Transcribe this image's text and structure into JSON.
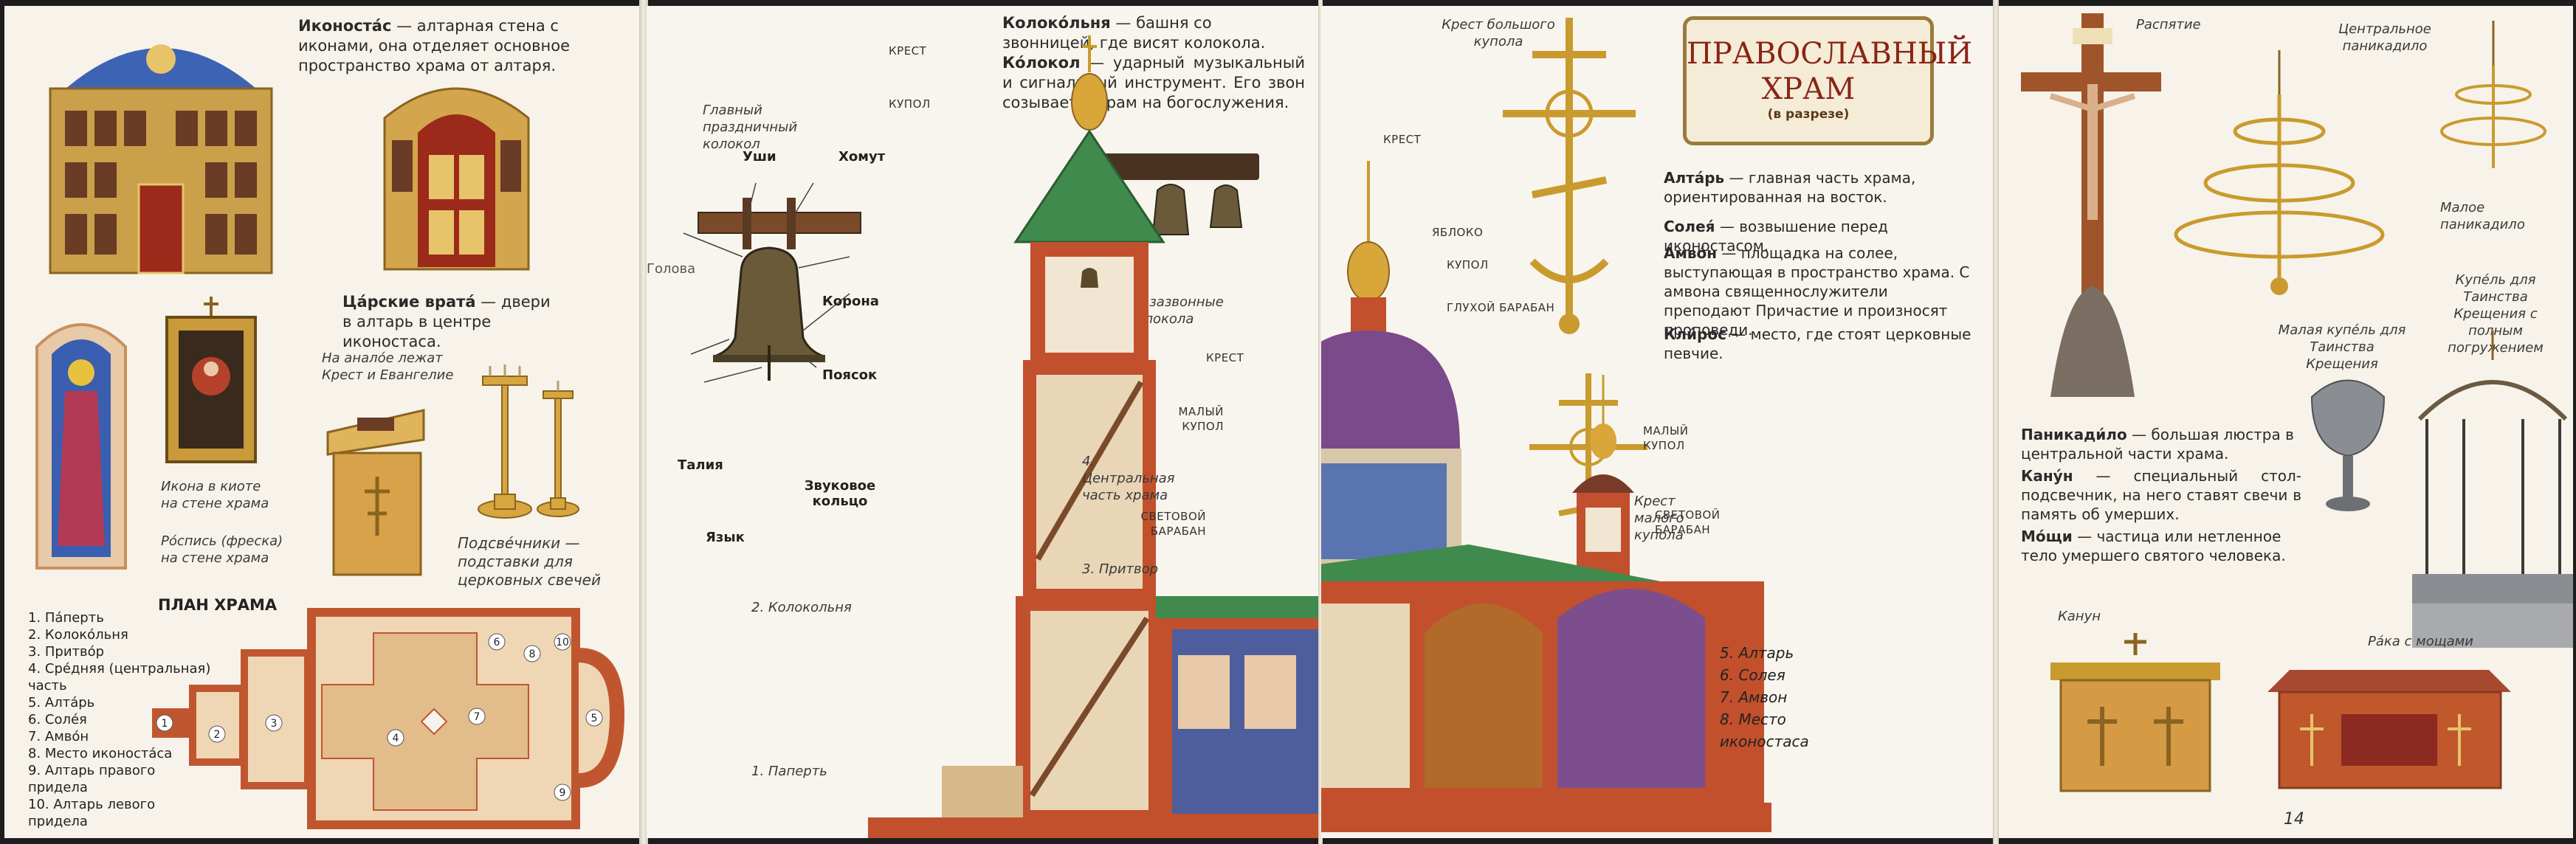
{
  "page1": {
    "iconostasis": {
      "term": "Иконоста́с",
      "text": " — алтарная стена с иконами, она отделяет основное пространство храма от алтаря."
    },
    "royal_doors": {
      "term": "Ца́рские врата́",
      "text": " — двери в алтарь в центре иконостаса."
    },
    "icon_caption": "Икона в киоте на стене храма",
    "fresco_caption": "Ро́спись (фреска) на стене храма",
    "analoy_caption": "На анало́е лежат Крест и Евангелие",
    "candlesticks": {
      "term": "Подсве́чники",
      "text": " — подставки для церковных свечей"
    },
    "plan_title": "ПЛАН ХРАМА",
    "legend": [
      "1. Па́перть",
      "2. Колоко́льня",
      "3. Притво́р",
      "4. Сре́дняя (центральная) часть",
      "5. Алта́рь",
      "6. Соле́я",
      "7. Амво́н",
      "8. Место иконоста́са",
      "9. Алтарь правого придела",
      "10. Алтарь левого придела"
    ]
  },
  "page2": {
    "bell_tower": {
      "term": "Колоко́льня",
      "text": " — башня со звонницей, где висят колокола."
    },
    "bell": {
      "term": "Ко́локол",
      "text": " — ударный музыкальный и сигнальный инструмент. Его звон созывает в храм на богослужения."
    },
    "main_bell_caption": "Главный праздничный колокол",
    "bell_parts": {
      "ushi": "Уши",
      "khomut": "Хомут",
      "golova": "Голова",
      "korona": "Корона",
      "poyasok": "Поясок",
      "taliya": "Талия",
      "zvukovoe": "Звуковое кольцо",
      "yazyk": "Язык"
    },
    "small_bells_caption": "Малые зазвонные колокола",
    "labels": {
      "krest": "КРЕСТ",
      "kupol": "КУПОЛ",
      "krest2": "КРЕСТ",
      "maly_kupol": "МАЛЫЙ КУПОЛ",
      "svetovoy": "СВЕТОВОЙ БАРАБАН"
    },
    "central_part": "4. Центральная часть храма",
    "pritvor": "3. Притвор",
    "kolokolnya": "2. Колокольня",
    "paperť": "1. Паперть"
  },
  "page3": {
    "title_line1": "ПРАВОСЛАВНЫЙ",
    "title_line2": "ХРАМ",
    "subtitle": "(в разрезе)",
    "big_cross_caption": "Крест большого купола",
    "small_cross_caption": "Крест малого купола",
    "labels": {
      "krest": "КРЕСТ",
      "yabloko": "ЯБЛОКО",
      "kupol": "КУПОЛ",
      "glukhoy": "ГЛУХОЙ БАРАБАН",
      "maly_kupol": "МАЛЫЙ КУПОЛ",
      "svetovoy": "СВЕТОВОЙ БАРАБАН"
    },
    "altar": {
      "term": "Алта́рь",
      "text": " — главная часть храма, ориентированная на восток."
    },
    "soleya": {
      "term": "Солея́",
      "text": " — возвышение перед иконостасом."
    },
    "amvon": {
      "term": "Амво́н",
      "text": " — площадка на солее, выступающая в пространство храма. С амвона священнослужители преподают Причастие и произносят проповеди."
    },
    "kliros": {
      "term": "Кли́рос",
      "text": " — место, где стоят церковные певчие."
    },
    "legend": [
      "5. Алтарь",
      "6. Солея",
      "7. Амвон",
      "8. Место иконостаса"
    ]
  },
  "page4": {
    "crucifix": "Распятие",
    "central_chandelier": "Центральное паникадило",
    "small_chandelier": "Малое паникадило",
    "font_full": "Купе́ль для Таинства Крещения с полным погружением",
    "font_small": "Малая купе́ль для Таинства Крещения",
    "panikadilo": {
      "term": "Паникади́ло",
      "text": " — большая люстра в центральной части храма."
    },
    "kanun": {
      "term": "Кану́н",
      "text": " — специальный стол-подсвечник, на него ставят свечи в память об умерших."
    },
    "moshchi": {
      "term": "Мо́щи",
      "text": " — частица или нетленное тело умершего святого человека."
    },
    "kanun_caption": "Канун",
    "raka_caption": "Ра́ка с мощами",
    "page_number": "14"
  },
  "colors": {
    "brick": "#c2502c",
    "gold": "#c99a2e",
    "roof_green": "#3f8a4c",
    "dome_blue": "#7b4a8a",
    "paper": "#f7f3ea"
  }
}
